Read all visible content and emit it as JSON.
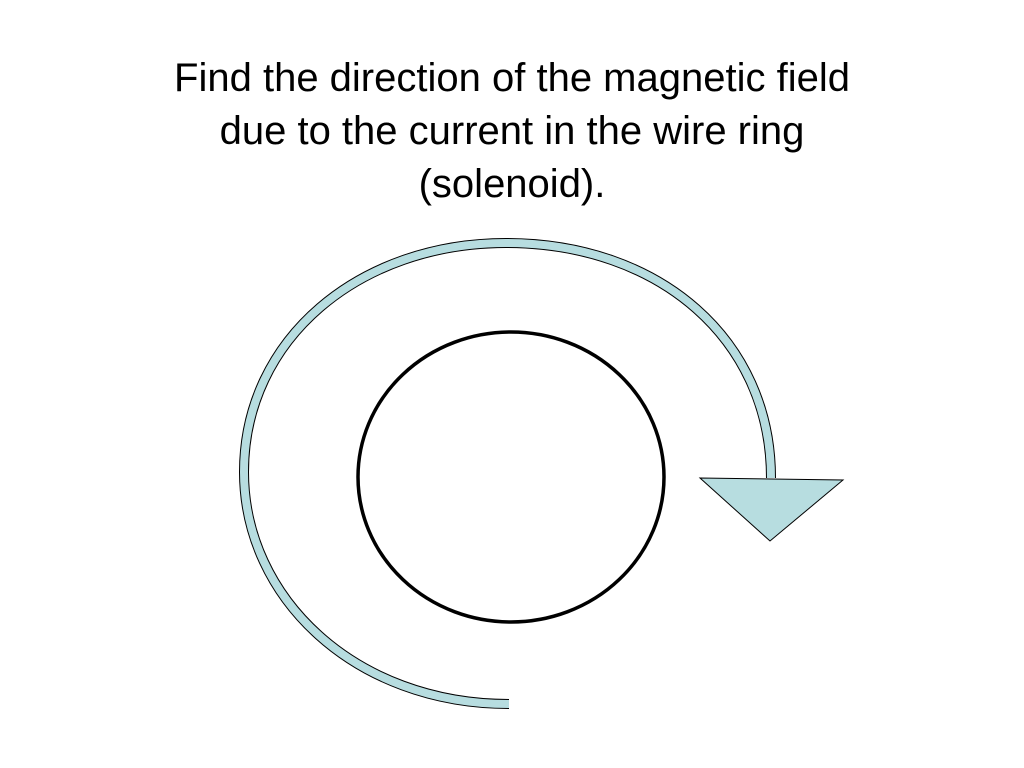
{
  "slide": {
    "title_lines": [
      "Find the direction of the magnetic field",
      "due to the current in the wire ring",
      "(solenoid)."
    ]
  },
  "diagram": {
    "curved_arrow_fill": "#b7dde0",
    "curved_arrow_outline": "#000000",
    "ring_stroke": "#000000",
    "background": "#ffffff"
  }
}
